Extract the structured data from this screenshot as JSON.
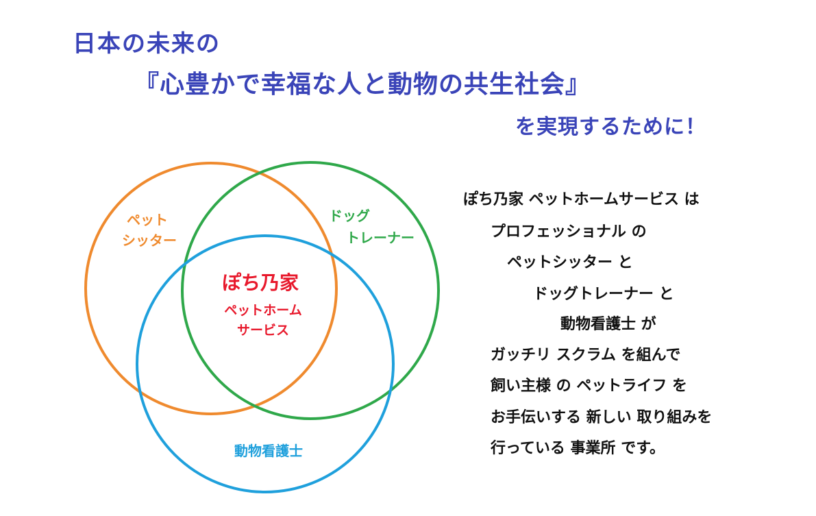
{
  "headline": {
    "line1": "日本の未来の",
    "line2": "『心豊かで幸福な人と動物の共生社会』",
    "line3": "を実現するために！",
    "color": "#3a44b8"
  },
  "venn": {
    "sets": [
      {
        "label_lines": [
          "ペット",
          "シッター"
        ],
        "color": "#ef8a2e"
      },
      {
        "label_lines": [
          "ドッグ",
          "トレーナー"
        ],
        "color": "#2fa84a"
      },
      {
        "label_lines": [
          "動物看護士"
        ],
        "color": "#1fa0dc"
      }
    ],
    "center": {
      "title": "ぽち乃家",
      "sub_lines": [
        "ペットホーム",
        "サービス"
      ],
      "color": "#e8192c"
    }
  },
  "description": {
    "lines": [
      "ぽち乃家 ペットホームサービス は",
      "プロフェッショナル の",
      "ペットシッター と",
      "ドッグトレーナー と",
      "動物看護士 が",
      "ガッチリ スクラム を組んで",
      "飼い主様 の ペットライフ を",
      "お手伝いする 新しい 取り組みを",
      "行っている 事業所 です。"
    ]
  }
}
